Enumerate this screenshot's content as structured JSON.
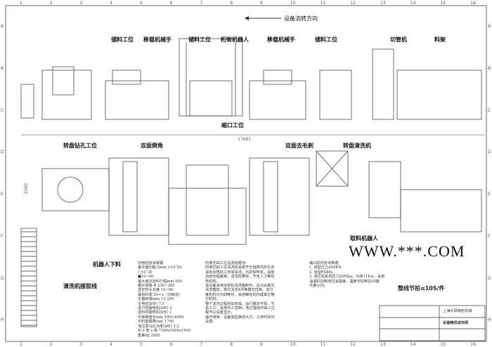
{
  "flow_direction": "设备流转方向",
  "top_labels": [
    "储料工位",
    "移载机械手",
    "储料工位",
    "桁架机器人",
    "移载机械手",
    "储料工位",
    "切管机",
    "料架"
  ],
  "neck_station": "缩口工位",
  "total_length": "17691",
  "width_dim": "2260",
  "mid_labels": [
    "转盘钻孔工位",
    "双面倒角",
    "双面去毛刺",
    "转盘清洗机",
    "取料机器人",
    "机器人下料",
    "清洗机接驳线"
  ],
  "watermark": "WWW.***.COM",
  "cycle_time": "整线节拍≤10S/件",
  "grid_numbers": [
    "1",
    "2",
    "3",
    "4",
    "5",
    "6",
    "7",
    "8",
    "9",
    "10",
    "11",
    "12",
    "13",
    "14",
    "15",
    "16"
  ],
  "grid_letters": [
    "A",
    "B",
    "C",
    "D",
    "E",
    "F",
    "G",
    "H"
  ],
  "spec_cutter": [
    "切管机技术数据",
    "最大锯切能力mm ⊙10˚80",
    "□10˚30",
    "■10~80",
    "最大单次送料行程mm 500",
    "锯片规格 Φ 220~285",
    "送定料头长度 10~60",
    "最后料尾 50++（切断后）",
    "主轴转速rpm 12-200",
    "主电机(kW) 7.5",
    "进刀伺服电机(kW) 2",
    "送料伺服电机(kW) 1",
    "可承载管长mm 3000-6000",
    "可料能载量(kg) 1700",
    "液压泵马达功率(kW) 2.2",
    "长 x 宽 x 高 7300x1900x1600",
    "重量kg 2800"
  ],
  "spec_washer": [
    "桁架式四工位清洗机概述：",
    "桁架式四工位清洗机是用于长轴类内外孔去",
    "油去杂质的工序间清洗，为定制专机，具有",
    "自动化程度高、清洗效果好、节省人力等优",
    "势机构。",
    "该设备采用全密封清洗箱制作，设计由重式",
    "清洗箱体，单次清洗4件等稳定性高，该分",
    "度机构分为四等份，采用棘轮机构或其它等",
    "分机构。",
    "整个清洗过程自动完成，运行稳定可靠，节",
    "省人工，采用PLC控制，各过程动作由人过",
    "程可以设置显示。",
    "操作简单，设备造型美观大方，工序时间可",
    "设置。"
  ],
  "spec_neck": [
    "缩口机件技术数据",
    "1. 成型压力400KN",
    "2. 成型时间8s。",
    "3. 液压站系统压力20Mpa，功率11Kw，采用",
    "油温机控制液压油温度，温度可控制在50摄",
    "氏度以内。"
  ],
  "title_block": {
    "company": "上海长恩精密机械",
    "drawing": "设备精机线布局"
  }
}
